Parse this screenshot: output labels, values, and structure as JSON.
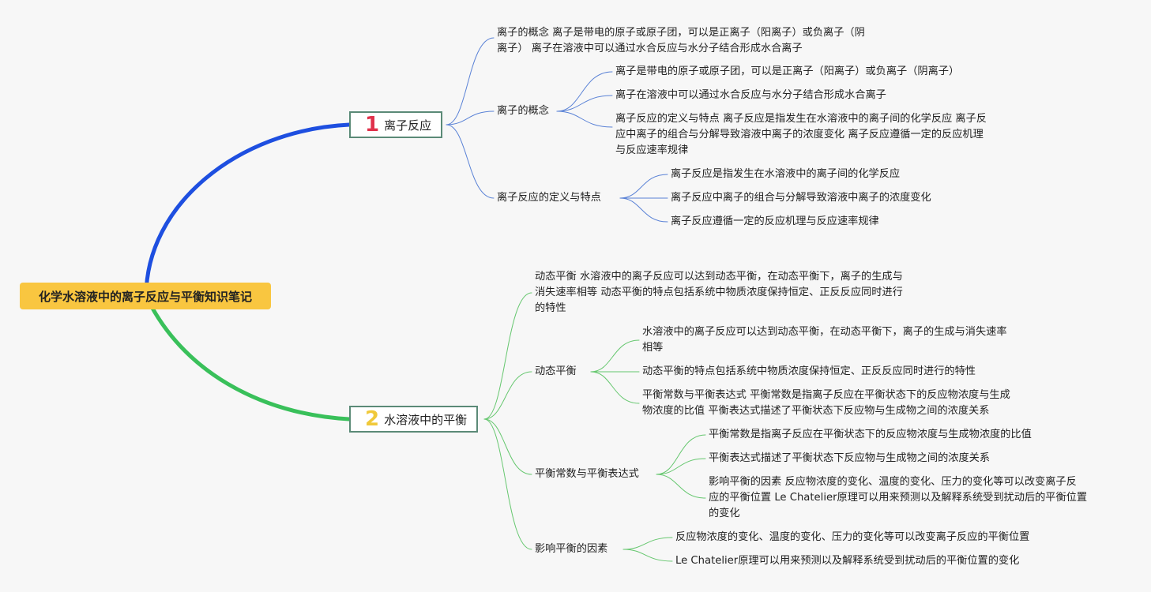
{
  "root": {
    "label": "化学水溶液中的离子反应与平衡知识笔记"
  },
  "colors": {
    "branch1": "#1e4fe0",
    "branch2": "#39c05a",
    "sub1": "#5a82d6",
    "sub2": "#66c76f",
    "root_bg": "#f9c640"
  },
  "branches": [
    {
      "number": "1",
      "label": "离子反应",
      "items": [
        {
          "lines": [
            "离子的概念 离子是带电的原子或原子团，可以是正离子（阳离子）或负离子（阴",
            "离子） 离子在溶液中可以通过水合反应与水分子结合形成水合离子"
          ]
        },
        {
          "lines": [
            "离子的概念"
          ],
          "children": [
            {
              "lines": [
                "离子是带电的原子或原子团，可以是正离子（阳离子）或负离子（阴离子）"
              ]
            },
            {
              "lines": [
                "离子在溶液中可以通过水合反应与水分子结合形成水合离子"
              ]
            },
            {
              "lines": [
                "离子反应的定义与特点 离子反应是指发生在水溶液中的离子间的化学反应 离子反",
                "应中离子的组合与分解导致溶液中离子的浓度变化 离子反应遵循一定的反应机理",
                "与反应速率规律"
              ]
            }
          ]
        },
        {
          "lines": [
            "离子反应的定义与特点"
          ],
          "children": [
            {
              "lines": [
                "离子反应是指发生在水溶液中的离子间的化学反应"
              ]
            },
            {
              "lines": [
                "离子反应中离子的组合与分解导致溶液中离子的浓度变化"
              ]
            },
            {
              "lines": [
                "离子反应遵循一定的反应机理与反应速率规律"
              ]
            }
          ]
        }
      ]
    },
    {
      "number": "2",
      "label": "水溶液中的平衡",
      "items": [
        {
          "lines": [
            "动态平衡 水溶液中的离子反应可以达到动态平衡，在动态平衡下，离子的生成与",
            "消失速率相等 动态平衡的特点包括系统中物质浓度保持恒定、正反反应同时进行",
            "的特性"
          ]
        },
        {
          "lines": [
            "动态平衡"
          ],
          "children": [
            {
              "lines": [
                "水溶液中的离子反应可以达到动态平衡，在动态平衡下，离子的生成与消失速率",
                "相等"
              ]
            },
            {
              "lines": [
                "动态平衡的特点包括系统中物质浓度保持恒定、正反反应同时进行的特性"
              ]
            },
            {
              "lines": [
                "平衡常数与平衡表达式 平衡常数是指离子反应在平衡状态下的反应物浓度与生成",
                "物浓度的比值 平衡表达式描述了平衡状态下反应物与生成物之间的浓度关系"
              ]
            }
          ]
        },
        {
          "lines": [
            "平衡常数与平衡表达式"
          ],
          "children": [
            {
              "lines": [
                "平衡常数是指离子反应在平衡状态下的反应物浓度与生成物浓度的比值"
              ]
            },
            {
              "lines": [
                "平衡表达式描述了平衡状态下反应物与生成物之间的浓度关系"
              ]
            },
            {
              "lines": [
                "影响平衡的因素 反应物浓度的变化、温度的变化、压力的变化等可以改变离子反",
                "应的平衡位置 Le Chatelier原理可以用来预测以及解释系统受到扰动后的平衡位置",
                "的变化"
              ]
            }
          ]
        },
        {
          "lines": [
            "影响平衡的因素"
          ],
          "children": [
            {
              "lines": [
                "反应物浓度的变化、温度的变化、压力的变化等可以改变离子反应的平衡位置"
              ]
            },
            {
              "lines": [
                "Le Chatelier原理可以用来预测以及解释系统受到扰动后的平衡位置的变化"
              ]
            }
          ]
        }
      ]
    }
  ]
}
